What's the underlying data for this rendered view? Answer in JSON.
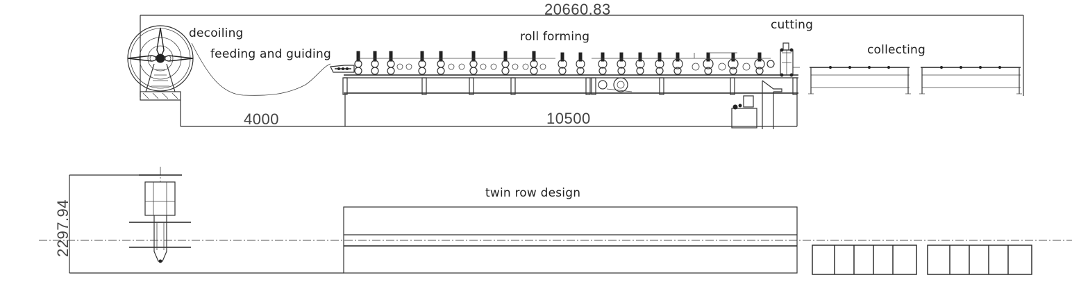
{
  "drawing": {
    "title": "Roll forming machine line layout",
    "views": [
      "side-elevation",
      "plan-view"
    ]
  },
  "side_view": {
    "labels": {
      "decoiling": "decoiling",
      "feeding": "feeding and guiding",
      "roll_forming": "roll forming",
      "cutting": "cutting",
      "collecting": "collecting"
    },
    "dimensions": {
      "overall_length": "20660.83",
      "decoiler_to_feed": "4000",
      "roll_former_length": "10500"
    }
  },
  "plan_view": {
    "labels": {
      "twin_row": "twin row design"
    },
    "dimensions": {
      "width": "2297.94"
    }
  },
  "colors": {
    "line": "#333333",
    "background": "#ffffff",
    "text": "#222222"
  }
}
